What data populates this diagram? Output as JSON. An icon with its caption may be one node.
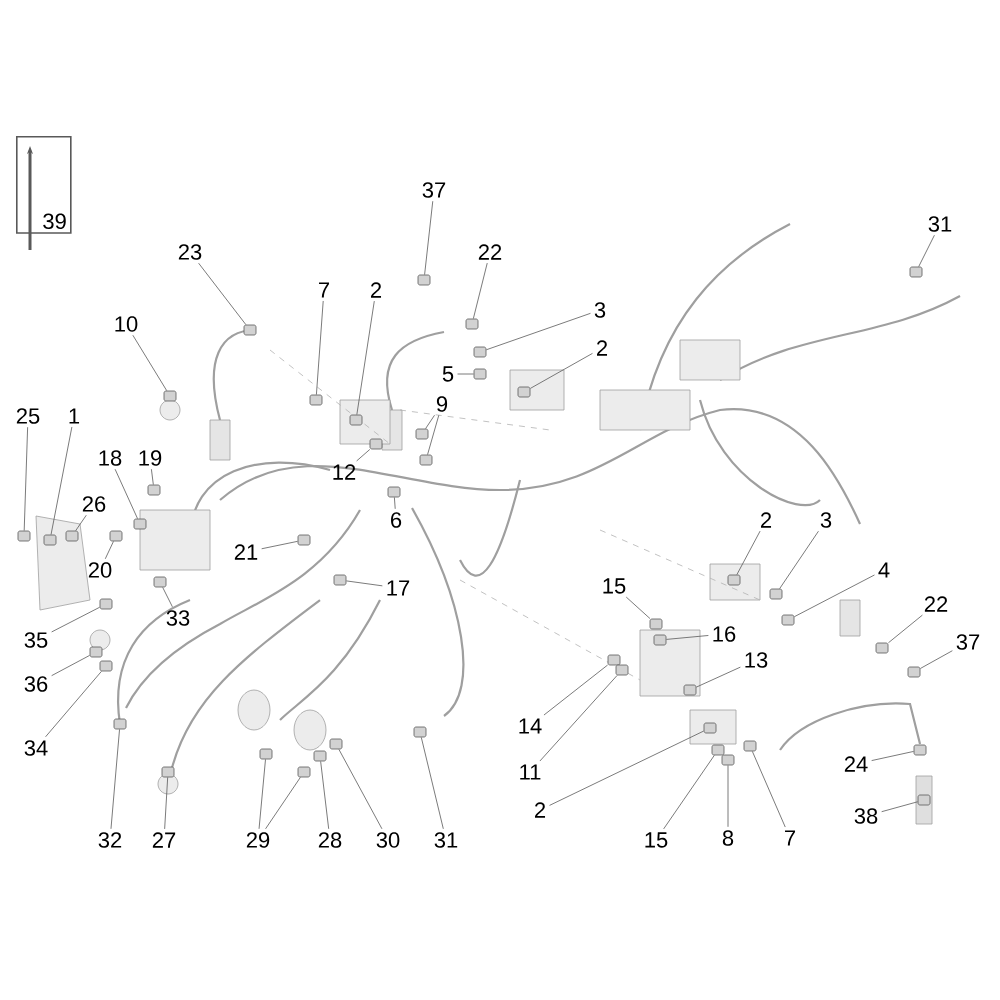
{
  "diagram": {
    "nodes": [
      {
        "text": [
          "39"
        ]
      },
      {
        "text": [
          "37"
        ]
      },
      {
        "text": [
          "31"
        ]
      },
      {
        "text": [
          "23"
        ]
      },
      {
        "text": [
          "22"
        ]
      },
      {
        "text": [
          "7"
        ]
      },
      {
        "text": [
          "2"
        ]
      },
      {
        "text": [
          "3"
        ]
      },
      {
        "text": [
          "10"
        ]
      },
      {
        "text": [
          "2"
        ]
      },
      {
        "text": [
          "5"
        ]
      },
      {
        "text": [
          "9"
        ]
      },
      {
        "text": [
          "25"
        ]
      },
      {
        "text": [
          "1"
        ]
      },
      {
        "text": [
          "18"
        ]
      },
      {
        "text": [
          "19"
        ]
      },
      {
        "text": [
          "12"
        ]
      },
      {
        "text": [
          "26"
        ]
      },
      {
        "text": [
          "6"
        ]
      },
      {
        "text": [
          "2"
        ]
      },
      {
        "text": [
          "3"
        ]
      },
      {
        "text": [
          "21"
        ]
      },
      {
        "text": [
          "20"
        ]
      },
      {
        "text": [
          "4"
        ]
      },
      {
        "text": [
          "15"
        ]
      },
      {
        "text": [
          "17"
        ]
      },
      {
        "text": [
          "22"
        ]
      },
      {
        "text": [
          "33"
        ]
      },
      {
        "text": [
          "16"
        ]
      },
      {
        "text": [
          "35"
        ]
      },
      {
        "text": [
          "37"
        ]
      },
      {
        "text": [
          "13"
        ]
      },
      {
        "text": [
          "36"
        ]
      },
      {
        "text": [
          "14"
        ]
      },
      {
        "text": [
          "34"
        ]
      },
      {
        "text": [
          "24"
        ]
      },
      {
        "text": [
          "11"
        ]
      },
      {
        "text": [
          "2"
        ]
      },
      {
        "text": [
          "38"
        ]
      },
      {
        "text": [
          "15"
        ]
      },
      {
        "text": [
          "8"
        ]
      },
      {
        "text": [
          "7"
        ]
      },
      {
        "text": [
          "32"
        ]
      },
      {
        "text": [
          "27"
        ]
      },
      {
        "text": [
          "29"
        ]
      },
      {
        "text": [
          "28"
        ]
      },
      {
        "text": [
          "30"
        ]
      },
      {
        "text": [
          "31"
        ]
      },
      {
        "text": [],
        "shape": "box"
      },
      {
        "text": [],
        "shape": "box"
      },
      {
        "text": [],
        "shape": "box"
      },
      {
        "text": [],
        "shape": "box"
      },
      {
        "text": [],
        "shape": "box"
      },
      {
        "text": [],
        "shape": "box"
      },
      {
        "text": [],
        "shape": "box"
      },
      {
        "text": [],
        "shape": "box"
      },
      {
        "text": [],
        "shape": "box"
      },
      {
        "text": [],
        "shape": "box"
      },
      {
        "text": [],
        "shape": "box"
      },
      {
        "text": [],
        "shape": "box"
      },
      {
        "text": [],
        "shape": "box"
      },
      {
        "text": [],
        "shape": "box"
      },
      {
        "text": [],
        "shape": "box"
      },
      {
        "text": [],
        "shape": "box"
      },
      {
        "text": [],
        "shape": "box"
      },
      {
        "text": [],
        "shape": "box"
      },
      {
        "text": [],
        "shape": "box"
      },
      {
        "text": [],
        "shape": "box"
      },
      {
        "text": [],
        "shape": "box"
      },
      {
        "text": [],
        "shape": "box"
      },
      {
        "text": [],
        "shape": "box"
      },
      {
        "text": [],
        "shape": "box"
      },
      {
        "text": [],
        "shape": "box"
      },
      {
        "text": [],
        "shape": "box"
      },
      {
        "text": [],
        "shape": "box"
      },
      {
        "text": [],
        "shape": "box"
      },
      {
        "text": [],
        "shape": "box"
      },
      {
        "text": [],
        "shape": "box"
      },
      {
        "text": [],
        "shape": "box"
      },
      {
        "text": [],
        "shape": "box"
      },
      {
        "text": [],
        "shape": "box"
      },
      {
        "text": [],
        "shape": "box"
      },
      {
        "text": [],
        "shape": "box"
      },
      {
        "text": [],
        "shape": "box"
      },
      {
        "text": [],
        "shape": "box"
      },
      {
        "text": [],
        "shape": "box"
      },
      {
        "text": [],
        "shape": "box"
      },
      {
        "text": [],
        "shape": "box"
      },
      {
        "text": [],
        "shape": "box"
      },
      {
        "text": [],
        "shape": "box"
      },
      {
        "text": [],
        "shape": "box"
      },
      {
        "text": [],
        "shape": "box"
      },
      {
        "text": [],
        "shape": "box"
      },
      {
        "text": [],
        "shape": "box"
      },
      {
        "text": [],
        "shape": "box"
      },
      {
        "text": [],
        "shape": "box"
      },
      {
        "text": [],
        "shape": "box"
      }
    ],
    "edges": [
      {
        "from": 1,
        "to": 48,
        "arrow": "none"
      },
      {
        "from": 2,
        "to": 49,
        "arrow": "none"
      },
      {
        "from": 3,
        "to": 50,
        "arrow": "none"
      },
      {
        "from": 4,
        "to": 51,
        "arrow": "none"
      },
      {
        "from": 5,
        "to": 52,
        "arrow": "none"
      },
      {
        "from": 6,
        "to": 53,
        "arrow": "none"
      },
      {
        "from": 7,
        "to": 54,
        "arrow": "none"
      },
      {
        "from": 8,
        "to": 55,
        "arrow": "none"
      },
      {
        "from": 9,
        "to": 56,
        "arrow": "none"
      },
      {
        "from": 10,
        "to": 57,
        "arrow": "none"
      },
      {
        "from": 11,
        "to": 58,
        "arrow": "none"
      },
      {
        "from": 11,
        "to": 59,
        "arrow": "none"
      },
      {
        "from": 12,
        "to": 60,
        "arrow": "none"
      },
      {
        "from": 13,
        "to": 61,
        "arrow": "none"
      },
      {
        "from": 14,
        "to": 62,
        "arrow": "none"
      },
      {
        "from": 15,
        "to": 63,
        "arrow": "none"
      },
      {
        "from": 16,
        "to": 64,
        "arrow": "none"
      },
      {
        "from": 17,
        "to": 65,
        "arrow": "none"
      },
      {
        "from": 18,
        "to": 66,
        "arrow": "none"
      },
      {
        "from": 19,
        "to": 67,
        "arrow": "none"
      },
      {
        "from": 20,
        "to": 68,
        "arrow": "none"
      },
      {
        "from": 21,
        "to": 69,
        "arrow": "none"
      },
      {
        "from": 22,
        "to": 70,
        "arrow": "none"
      },
      {
        "from": 23,
        "to": 71,
        "arrow": "none"
      },
      {
        "from": 24,
        "to": 72,
        "arrow": "none"
      },
      {
        "from": 25,
        "to": 73,
        "arrow": "none"
      },
      {
        "from": 26,
        "to": 74,
        "arrow": "none"
      },
      {
        "from": 27,
        "to": 75,
        "arrow": "none"
      },
      {
        "from": 28,
        "to": 76,
        "arrow": "none"
      },
      {
        "from": 29,
        "to": 77,
        "arrow": "none"
      },
      {
        "from": 30,
        "to": 78,
        "arrow": "none"
      },
      {
        "from": 31,
        "to": 79,
        "arrow": "none"
      },
      {
        "from": 32,
        "to": 80,
        "arrow": "none"
      },
      {
        "from": 33,
        "to": 81,
        "arrow": "none"
      },
      {
        "from": 34,
        "to": 82,
        "arrow": "none"
      },
      {
        "from": 35,
        "to": 83,
        "arrow": "none"
      },
      {
        "from": 36,
        "to": 84,
        "arrow": "none"
      },
      {
        "from": 37,
        "to": 85,
        "arrow": "none"
      },
      {
        "from": 38,
        "to": 86,
        "arrow": "none"
      },
      {
        "from": 39,
        "to": 87,
        "arrow": "none"
      },
      {
        "from": 40,
        "to": 88,
        "arrow": "none"
      },
      {
        "from": 41,
        "to": 89,
        "arrow": "none"
      },
      {
        "from": 42,
        "to": 90,
        "arrow": "none"
      },
      {
        "from": 43,
        "to": 91,
        "arrow": "none"
      },
      {
        "from": 44,
        "to": 92,
        "arrow": "none"
      },
      {
        "from": 44,
        "to": 93,
        "arrow": "none"
      },
      {
        "from": 45,
        "to": 94,
        "arrow": "none"
      },
      {
        "from": 46,
        "to": 95,
        "arrow": "none"
      },
      {
        "from": 47,
        "to": 96,
        "arrow": "none"
      }
    ]
  }
}
